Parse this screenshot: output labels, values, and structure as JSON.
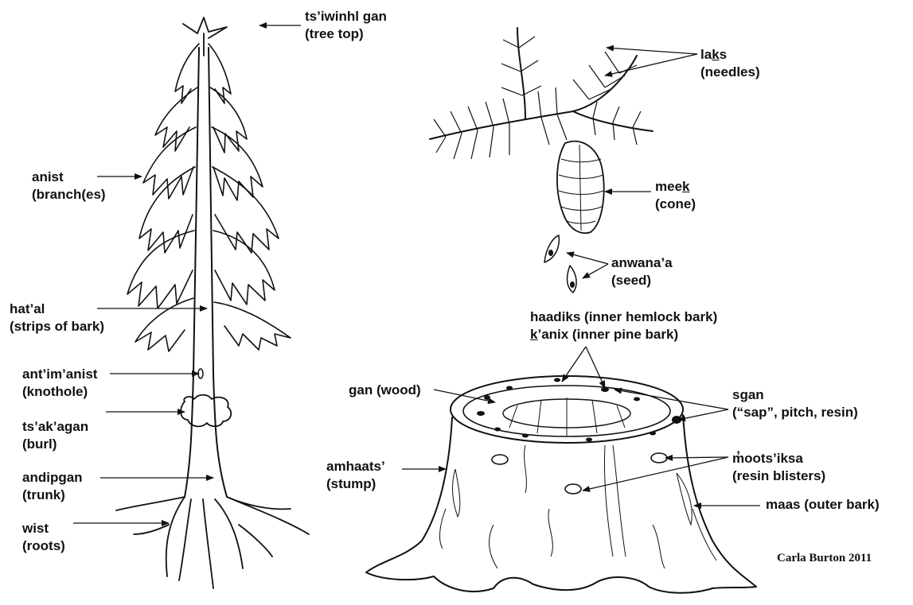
{
  "tree_labels": [
    {
      "id": "tree-top",
      "word": "ts’iwinhl gan",
      "gloss": "(tree top)"
    },
    {
      "id": "branches",
      "word": "anist",
      "gloss": "(branch(es)"
    },
    {
      "id": "strips-of-bark",
      "word": "hat’al",
      "gloss": "(strips of bark)"
    },
    {
      "id": "knothole",
      "word": "ant’im’anist",
      "gloss": "(knothole)"
    },
    {
      "id": "burl",
      "word": "ts’ak’agan",
      "gloss": "(burl)"
    },
    {
      "id": "trunk",
      "word": "andipgan",
      "gloss": "(trunk)"
    },
    {
      "id": "roots",
      "word": "wist",
      "gloss": "(roots)"
    }
  ],
  "branch_labels": [
    {
      "id": "needles",
      "word_pre": "la",
      "word_underlined": "k",
      "word_post": "s",
      "gloss": "(needles)"
    },
    {
      "id": "cone",
      "word_pre": "mee",
      "word_underlined": "k",
      "word_post": "",
      "gloss": "(cone)"
    },
    {
      "id": "seed",
      "word": "anwana’a",
      "gloss": "(seed)"
    }
  ],
  "stump_labels": {
    "inner_bark_hemlock": "haadiks (inner hemlock bark)",
    "inner_bark_pine_underlined": "k",
    "inner_bark_pine_rest": "’anix (inner pine bark)",
    "wood": "gan (wood)",
    "sap_word": "sgan",
    "sap_gloss": "(“sap”, pitch, resin)",
    "stump_word": "amhaats’",
    "stump_gloss": "(stump)",
    "resin_blisters_word": "m̓oots’iksa",
    "resin_blisters_gloss": "(resin blisters)",
    "outer_bark": "maas (outer bark)"
  },
  "credit": "Carla Burton 2011"
}
